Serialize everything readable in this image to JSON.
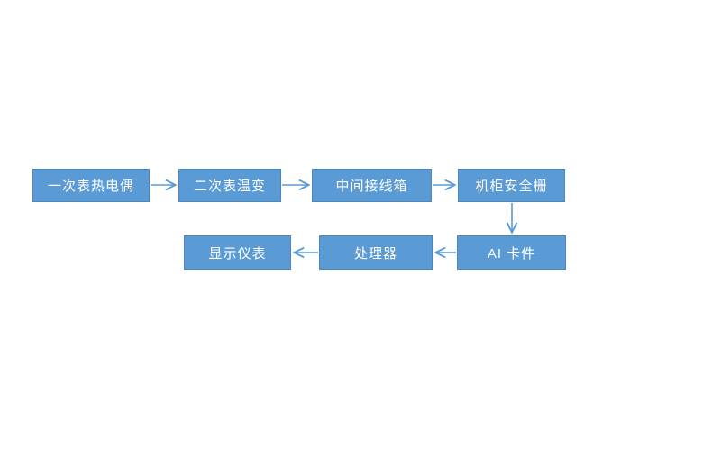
{
  "diagram": {
    "type": "flowchart",
    "colors": {
      "box_fill": "#5B9BD5",
      "box_border": "#4A86C0",
      "arrow": "#5B9BD5",
      "text": "#FFFFFF",
      "background": "#FFFFFF"
    },
    "nodes": [
      {
        "id": "primary-thermocouple",
        "label": "一次表热电偶"
      },
      {
        "id": "secondary-transmitter",
        "label": "二次表温变"
      },
      {
        "id": "junction-box",
        "label": "中间接线箱"
      },
      {
        "id": "cabinet-safety-barrier",
        "label": "机柜安全栅"
      },
      {
        "id": "ai-card",
        "label": "AI 卡件"
      },
      {
        "id": "processor",
        "label": "处理器"
      },
      {
        "id": "display-instrument",
        "label": "显示仪表"
      }
    ],
    "edges": [
      {
        "from": "一次表热电偶",
        "to": "二次表温变",
        "direction": "right"
      },
      {
        "from": "二次表温变",
        "to": "中间接线箱",
        "direction": "right"
      },
      {
        "from": "中间接线箱",
        "to": "机柜安全栅",
        "direction": "right"
      },
      {
        "from": "机柜安全栅",
        "to": "AI 卡件",
        "direction": "down"
      },
      {
        "from": "AI 卡件",
        "to": "处理器",
        "direction": "left"
      },
      {
        "from": "处理器",
        "to": "显示仪表",
        "direction": "left"
      }
    ]
  }
}
